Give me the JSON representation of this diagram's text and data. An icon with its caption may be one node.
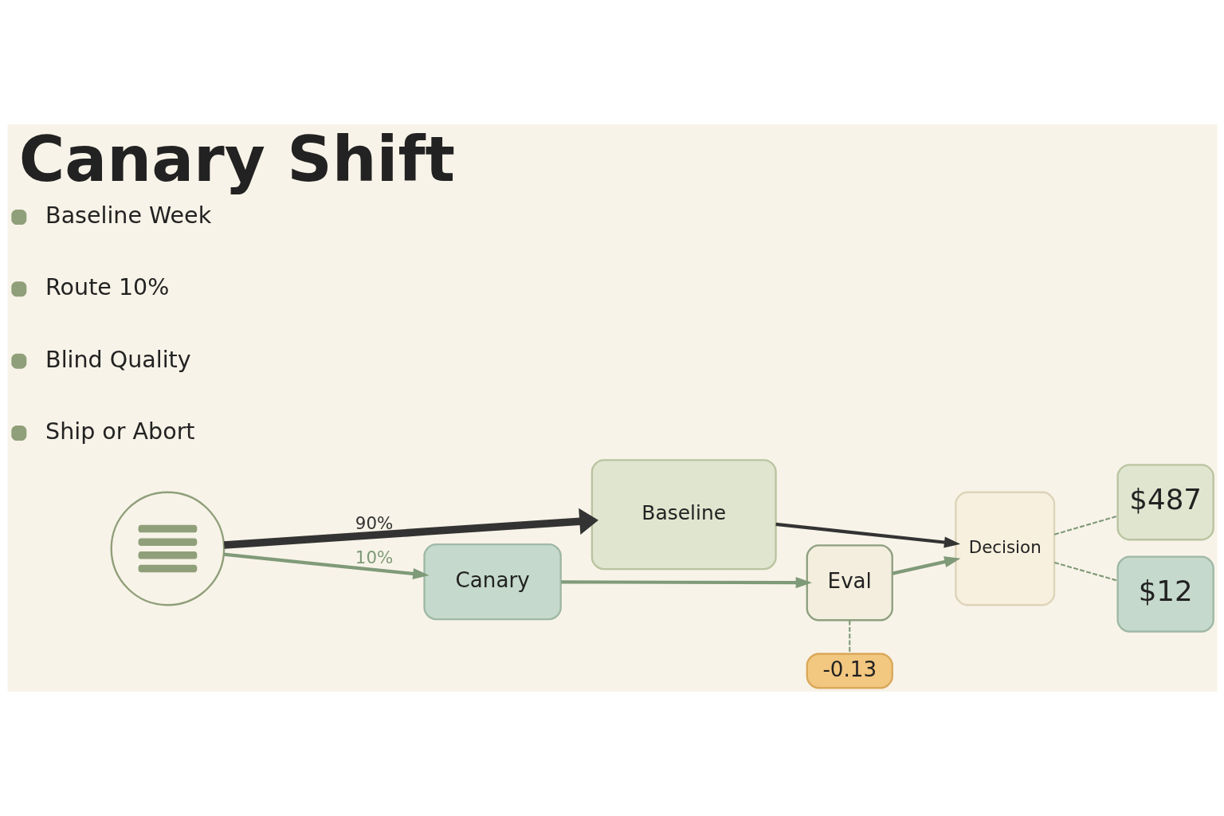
{
  "diagram": {
    "title": "Canary Shift",
    "nodes": [
      {
        "text": [],
        "shape": "circle"
      },
      {
        "text": [
          "Baseline"
        ]
      },
      {
        "text": [
          "Canary"
        ]
      },
      {
        "text": [
          "Eval"
        ]
      },
      {
        "text": [
          "Decision"
        ]
      },
      {
        "text": [
          "$487"
        ]
      },
      {
        "text": [
          "$12"
        ]
      },
      {
        "text": [
          "-0.13"
        ]
      }
    ],
    "edges": [
      {
        "from": 0,
        "to": 1,
        "arrow": "to",
        "label": "90%",
        "style": "thick",
        "color": "#333333"
      },
      {
        "from": 0,
        "to": 2,
        "arrow": "to",
        "label": "10%"
      },
      {
        "from": 1,
        "to": 4,
        "arrow": "to",
        "color": "#333333"
      },
      {
        "from": 2,
        "to": 3,
        "arrow": "to"
      },
      {
        "from": 3,
        "to": 4,
        "arrow": "to"
      },
      {
        "from": 4,
        "to": 5,
        "arrow": "none",
        "style": "dashed"
      },
      {
        "from": 4,
        "to": 6,
        "arrow": "none",
        "style": "dashed"
      },
      {
        "from": 3,
        "to": 7,
        "arrow": "none",
        "style": "dashed"
      }
    ],
    "labels": [
      "Baseline Week",
      "Route 10%",
      "Blind Quality",
      "Ship or Abort"
    ]
  }
}
